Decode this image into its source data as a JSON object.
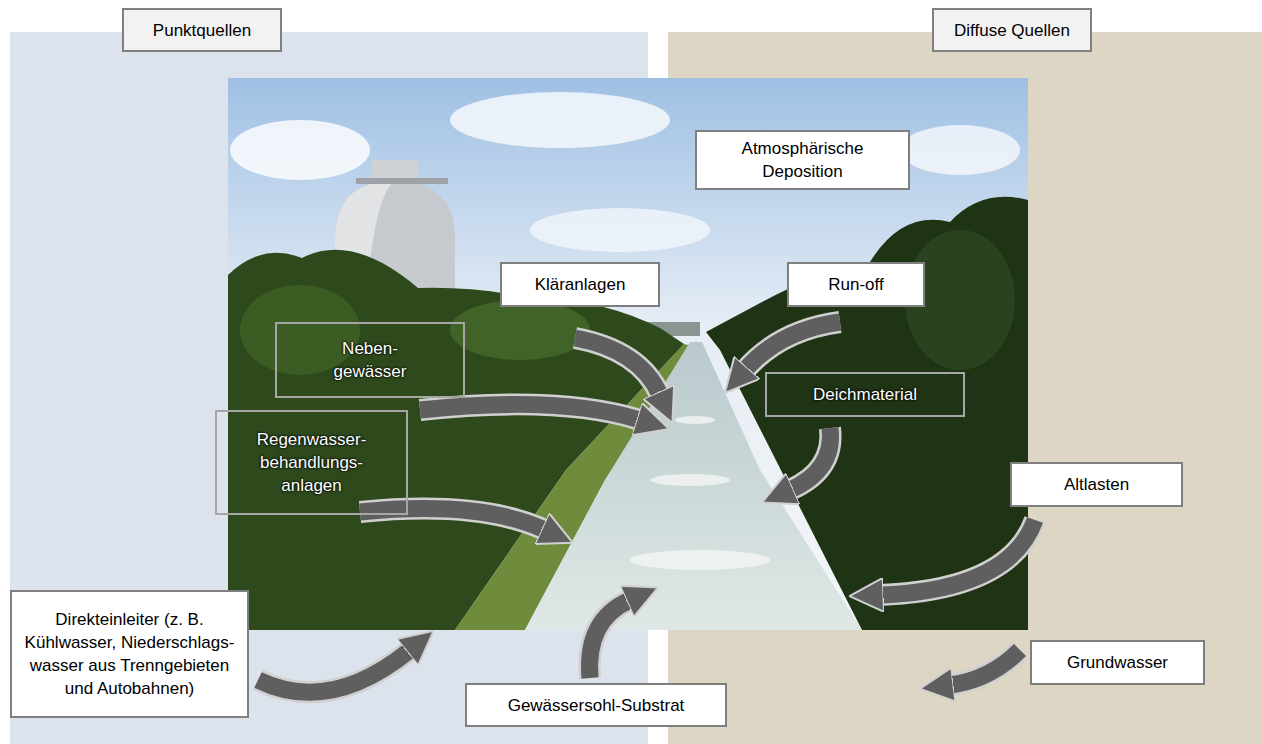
{
  "diagram": {
    "nodes": [
      {
        "text": [
          "Punktquellen"
        ]
      },
      {
        "text": [
          "Diffuse Quellen"
        ]
      },
      {
        "text": [
          "Atmosphärische Deposition"
        ]
      },
      {
        "text": [
          "Kläranlagen"
        ]
      },
      {
        "text": [
          "Run-off"
        ]
      },
      {
        "text": [
          "Neben- gewässer"
        ]
      },
      {
        "text": [
          "Deichmaterial"
        ]
      },
      {
        "text": [
          "Regenwasser- behandlungs- anlagen"
        ]
      },
      {
        "text": [
          "Altlasten"
        ]
      },
      {
        "text": [
          "Direkteinleiter (z. B. Kühlwasser, Niederschlags- wasser aus Trenngebieten und Autobahnen)"
        ]
      },
      {
        "text": [
          "Grundwasser"
        ]
      },
      {
        "text": [
          "Gewässersohl-Substrat"
        ]
      }
    ]
  }
}
